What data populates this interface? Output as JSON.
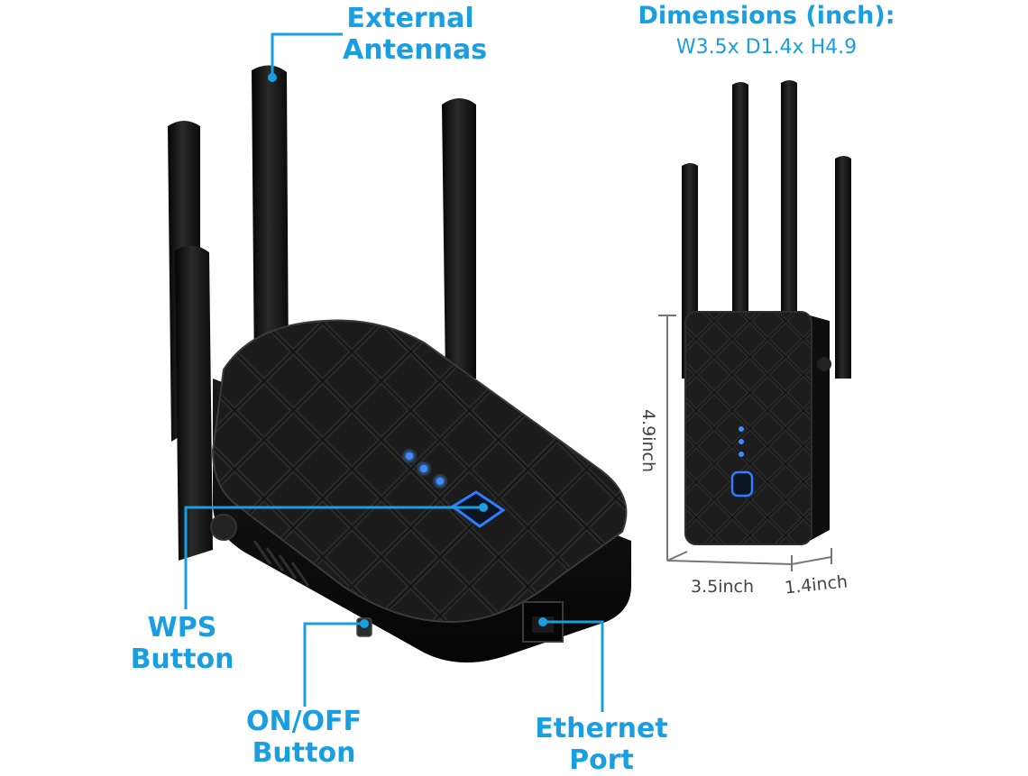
{
  "colors": {
    "accent": "#1a9ee2",
    "device": "#111111",
    "measure_line": "#777777",
    "led": "#2f7cff"
  },
  "callouts": {
    "external_antennas": "External\nAntennas",
    "wps_button": "WPS\nButton",
    "on_off_button": "ON/OFF\nButton",
    "ethernet_port": "Ethernet\nPort"
  },
  "dimensions": {
    "title": "Dimensions (inch):",
    "values": "W3.5x D1.4x H4.9",
    "height_label": "4.9inch",
    "width_label": "3.5inch",
    "depth_label": "1.4inch"
  }
}
